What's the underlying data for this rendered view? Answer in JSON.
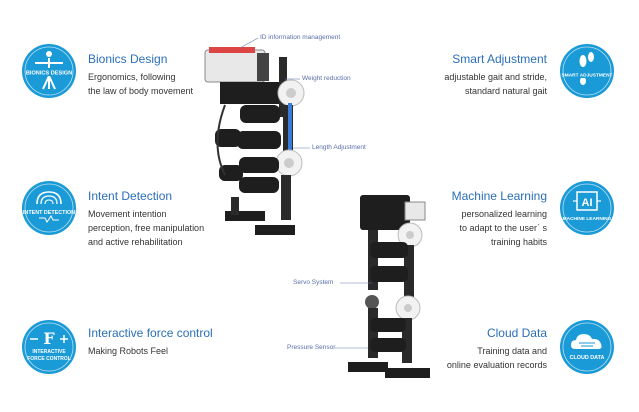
{
  "features": {
    "bionics": {
      "title": "Bionics Design",
      "desc1": "Ergonomics, following",
      "desc2": "the law of body movement",
      "icon_text": "BIONICS DESIGN",
      "icon": "human-figure-icon"
    },
    "intent": {
      "title": "Intent Detection",
      "desc1": "Movement intention",
      "desc2": "perception, free manipulation",
      "desc3": "and active rehabilitation",
      "icon_text": "INTENT DETECTION",
      "icon": "brain-signal-icon"
    },
    "force": {
      "title": "Interactive force control",
      "desc1": "Making Robots Feel",
      "icon_text1": "INTERACTIVE",
      "icon_text2": "FORCE CONTROL",
      "icon_symbol": "F",
      "icon": "force-control-icon"
    },
    "smart": {
      "title": "Smart Adjustment",
      "desc1": "adjustable gait and stride,",
      "desc2": "standard natural gait",
      "icon_text": "SMART ADJUSTMENT",
      "icon": "footprint-icon"
    },
    "ml": {
      "title": "Machine Learning",
      "desc1": "personalized learning",
      "desc2": "to adapt to the userˊ s",
      "desc3": "training habits",
      "icon_text": "MACHINE LEARNING",
      "icon_symbol": "AI",
      "icon": "ai-chip-icon"
    },
    "cloud": {
      "title": "Cloud Data",
      "desc1": "Training data and",
      "desc2": "online evaluation records",
      "icon_text": "CLOUD DATA",
      "icon": "cloud-icon"
    }
  },
  "callouts": {
    "id_info": "ID information management",
    "weight": "Weight reduction",
    "length": "Length Adjustment",
    "servo": "Servo System",
    "pressure": "Pressure Sensor"
  },
  "colors": {
    "accent": "#2b6fb8",
    "icon_blue": "#1a9ad6",
    "robot_dark": "#1e1e1e",
    "joint_white": "#f2f2f2"
  }
}
